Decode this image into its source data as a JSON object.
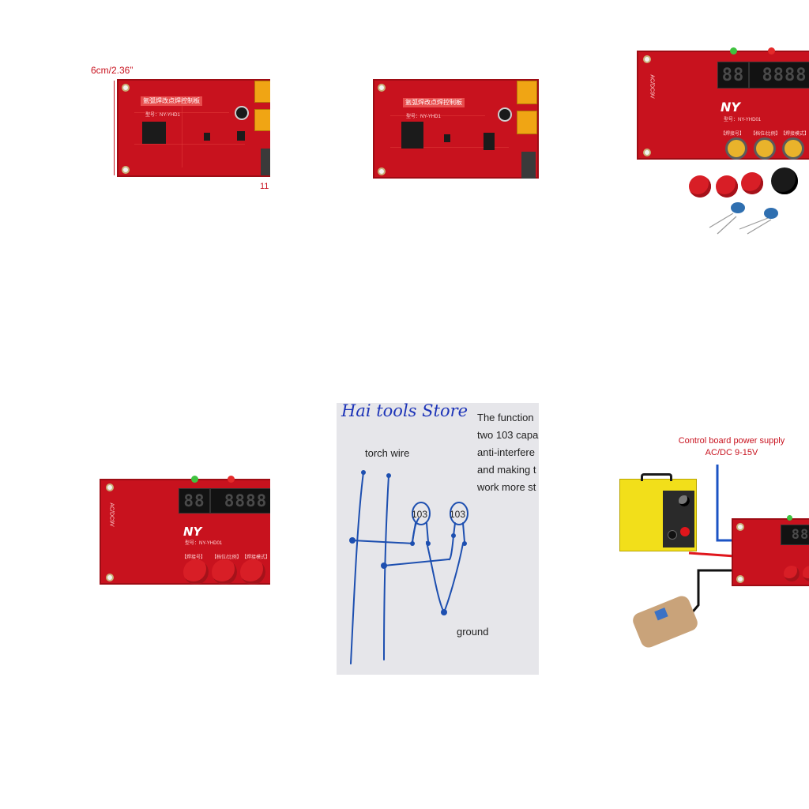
{
  "tile1": {
    "dimension_label": "6cm/2.36”",
    "cut_label": "11",
    "board_title": "氩弧焊改点焊控制板",
    "model": "型号：NY-YHD1"
  },
  "tile2": {
    "board_title": "氩弧焊改点焊控制板",
    "model": "型号：NY-YHD1"
  },
  "tile3": {
    "brand": "NY",
    "model": "型号：NY-YHD01",
    "display_left": "88",
    "display_right": "8888",
    "side_label": "AC/DC9V",
    "button_labels": [
      "【焊接号】",
      "【档位/比例】",
      "【焊接模式】"
    ]
  },
  "tile4": {
    "brand": "NY",
    "model": "型号：NY-YHD01",
    "display_left": "88",
    "display_right": "8888",
    "side_label": "AC/DC9V",
    "button_labels": [
      "【焊接号】",
      "【档位/比例】",
      "【焊接模式】"
    ]
  },
  "tile5": {
    "store_name": "Hai tools Store",
    "text_lines": [
      "The function",
      "two 103 capa",
      "anti-interfere",
      "and making t",
      "work more st"
    ],
    "torch_wire": "torch wire",
    "cap_label_1": "103",
    "cap_label_2": "103",
    "ground": "ground"
  },
  "tile6": {
    "annotation_line1": "Control board power supply",
    "annotation_line2": "AC/DC 9-15V",
    "display_right": "88"
  },
  "colors": {
    "pcb_red": "#c8121e",
    "ink_blue": "#1d4fb0",
    "welder_yellow": "#f2df1a",
    "wire_red": "#e0161c",
    "wire_blue": "#1b53c4"
  }
}
